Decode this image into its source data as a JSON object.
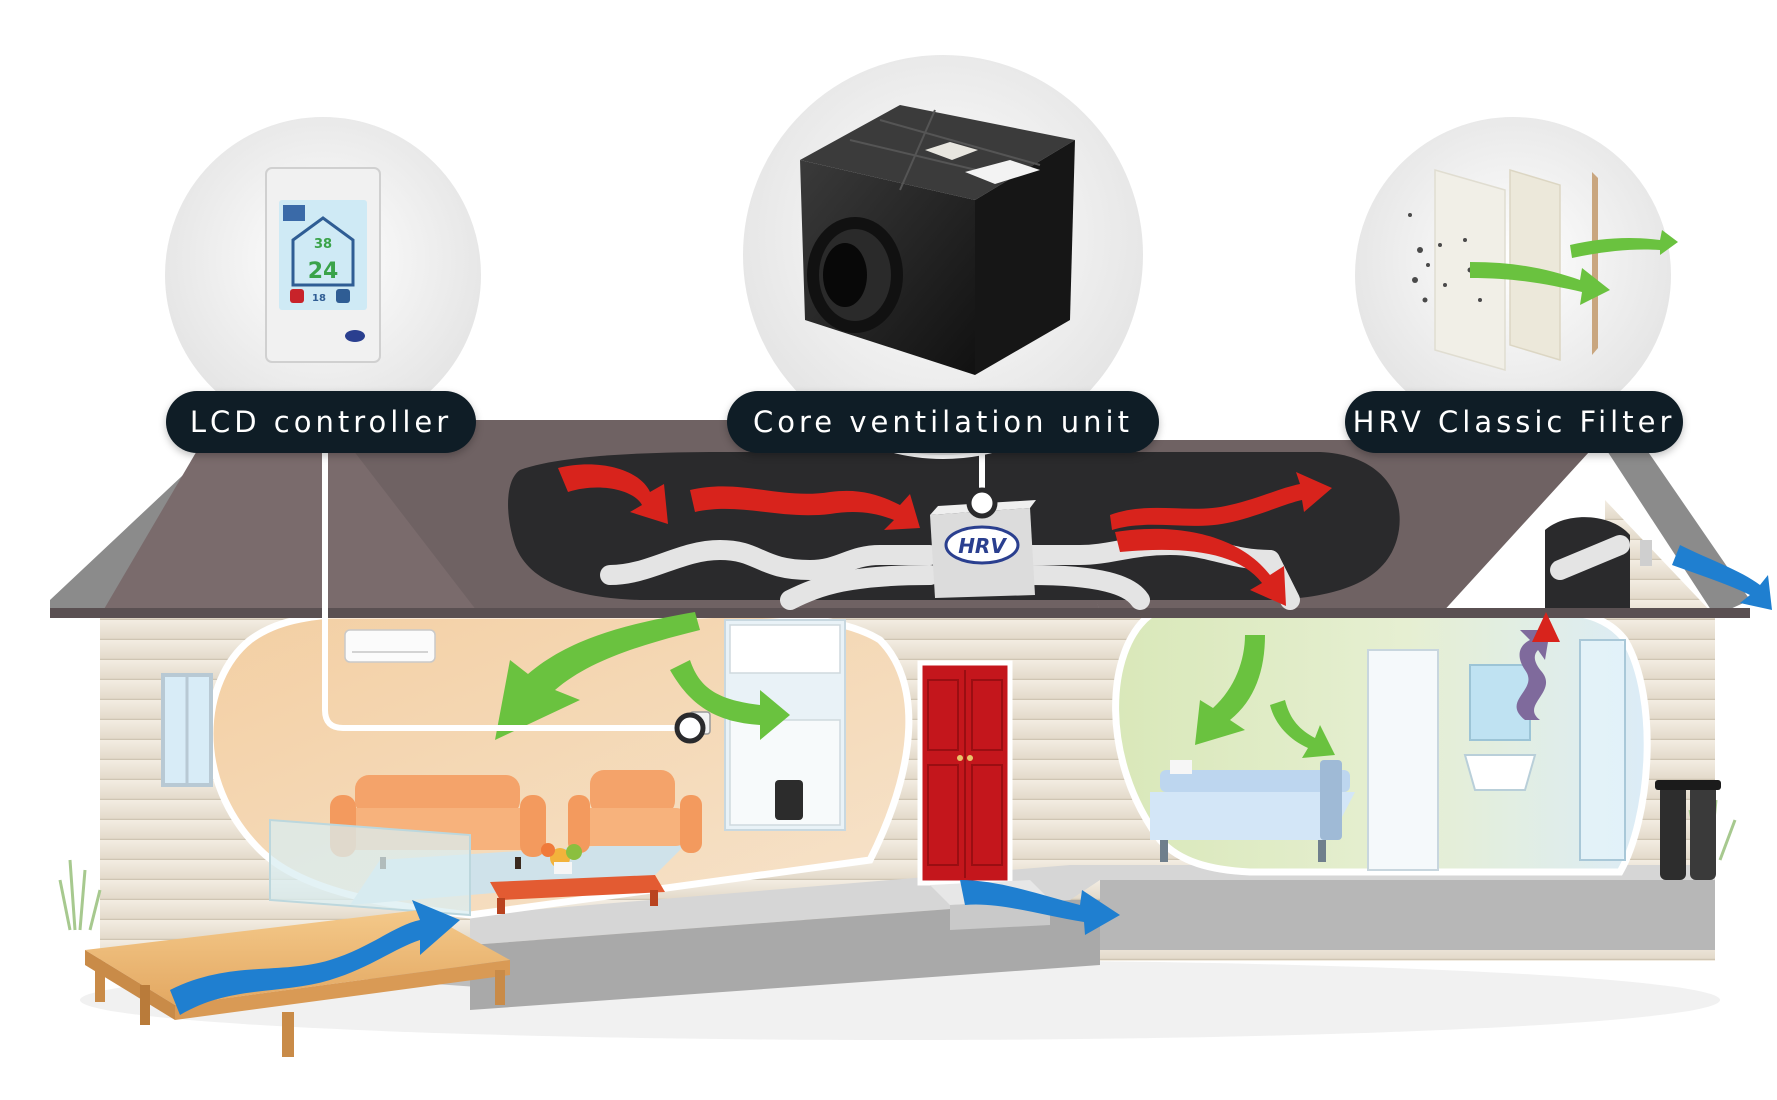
{
  "labels": {
    "lcd": "LCD controller",
    "core": "Core ventilation unit",
    "filter": "HRV Classic Filter"
  },
  "controller_screen": {
    "top_value": "38",
    "main_value": "24",
    "bottom_value": "18"
  },
  "unit_brand": "HRV",
  "colors": {
    "label_bg": "#0f1d26",
    "roof": "#6f6263",
    "attic": "#2a2a2c",
    "warm_arrow": "#d8231c",
    "fresh_arrow": "#6ac23f",
    "exhaust_arrow": "#1f7fd0",
    "door": "#c4161c"
  }
}
